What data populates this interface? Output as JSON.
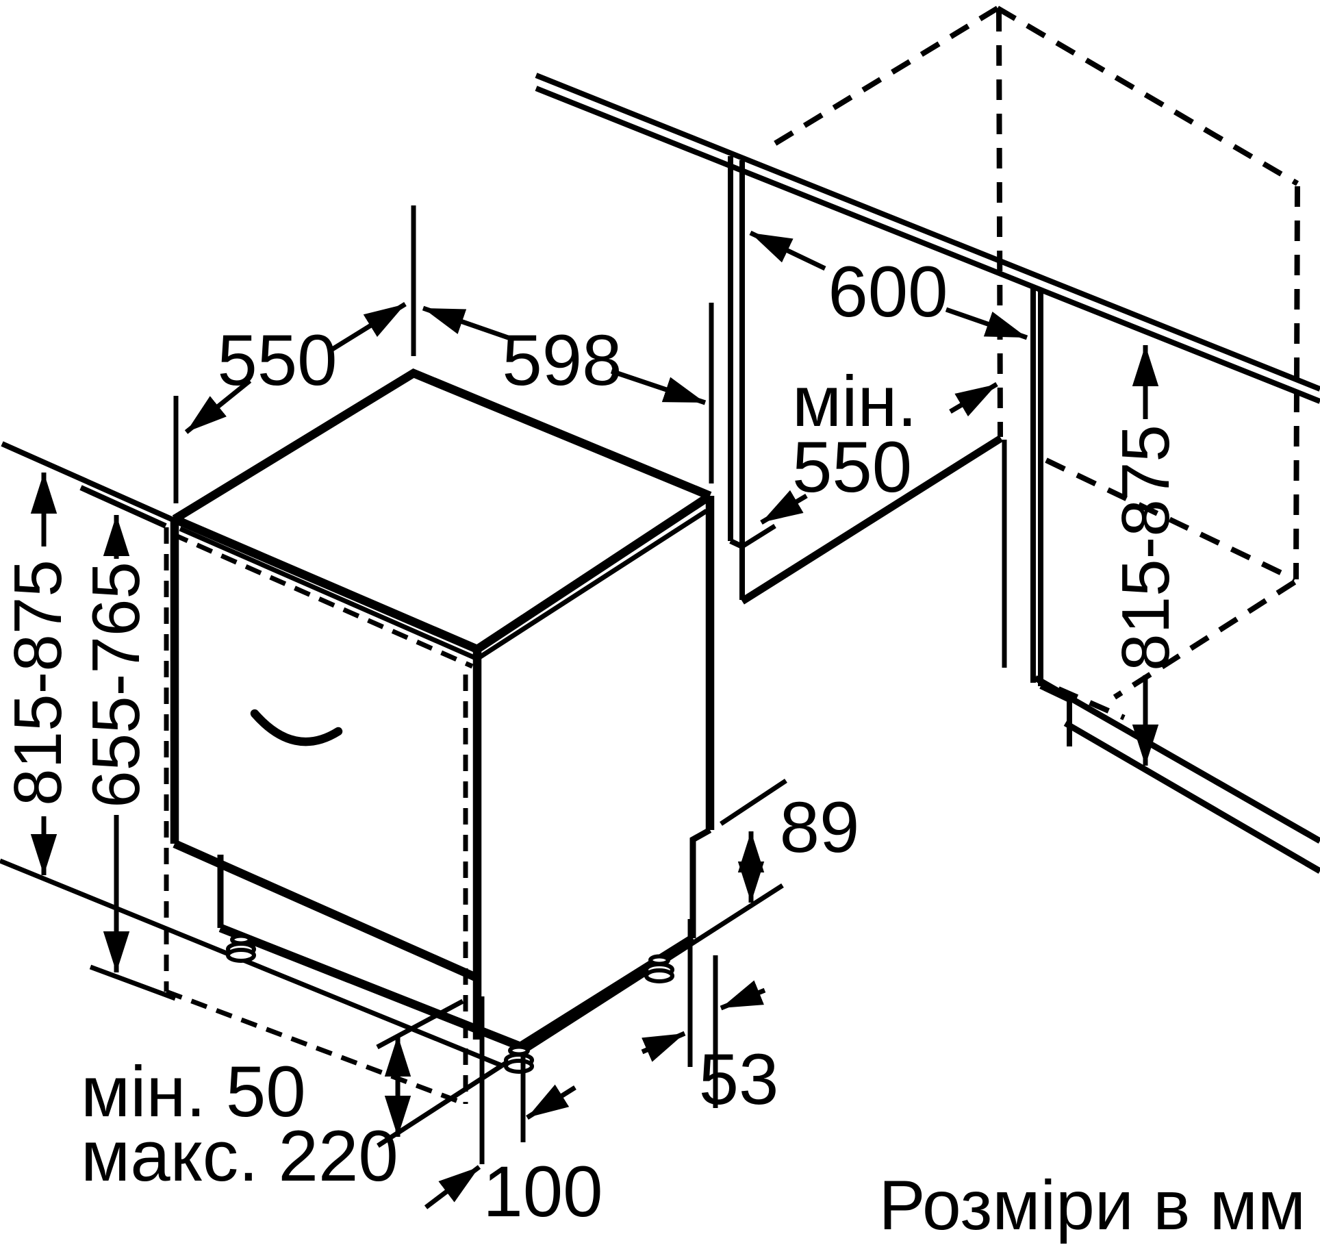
{
  "figure": {
    "kind": "appliance-installation-diagram",
    "subject": "built-in dishwasher niche dimensions",
    "units_note": "Розміри в мм"
  },
  "labels": {
    "top_depth": "550",
    "top_width": "598",
    "niche_width": "600",
    "niche_min_line1": "мін.",
    "niche_min_line2": "550",
    "left_height": "815-875",
    "right_height": "815-875",
    "door_panel_height": "655-765",
    "plinth_min": "мін. 50",
    "plinth_max": "макс. 220",
    "front_offset": "100",
    "rear_offset": "53",
    "rear_step": "89",
    "units": "Розміри в мм"
  },
  "colors": {
    "line": "#000000",
    "background": "#ffffff"
  }
}
